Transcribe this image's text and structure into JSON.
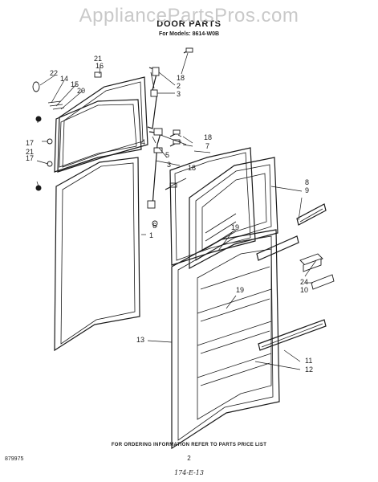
{
  "header": {
    "watermark": "AppliancePartsPros.com",
    "title": "DOOR PARTS",
    "models": "For Models: 8614-W0B"
  },
  "callouts": {
    "c22": "22",
    "c14": "14",
    "c15": "15",
    "c20": "20",
    "c21a": "21",
    "c16": "16",
    "c18a": "18",
    "c2": "2",
    "c3a": "3",
    "c17a": "17",
    "c21b": "21",
    "c17b": "17",
    "c4": "4",
    "c18b": "18",
    "c7": "7",
    "c5": "5",
    "c3b": "3",
    "c18c": "18",
    "c6": "6",
    "c1": "1",
    "c8": "8",
    "c9": "9",
    "c19a": "19",
    "c24": "24",
    "c10": "10",
    "c19b": "19",
    "c13": "13",
    "c11": "11",
    "c12": "12"
  },
  "footer": {
    "note": "FOR ORDERING INFORMATION REFER TO PARTS PRICE LIST",
    "ref_code": "879975",
    "page_number": "2",
    "handwritten": "174-E-13"
  }
}
